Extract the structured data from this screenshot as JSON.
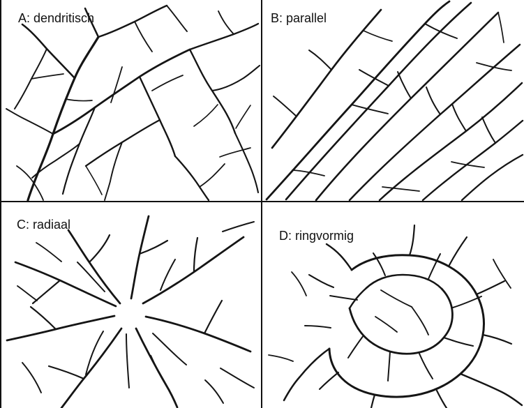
{
  "panels": {
    "a": {
      "label": "A: dendritisch"
    },
    "b": {
      "label": "B: parallel"
    },
    "c": {
      "label": "C: radiaal"
    },
    "d": {
      "label": "D: ringvormig"
    }
  },
  "colors": {
    "stroke": "#151515",
    "background": "#ffffff",
    "border": "#111111"
  }
}
